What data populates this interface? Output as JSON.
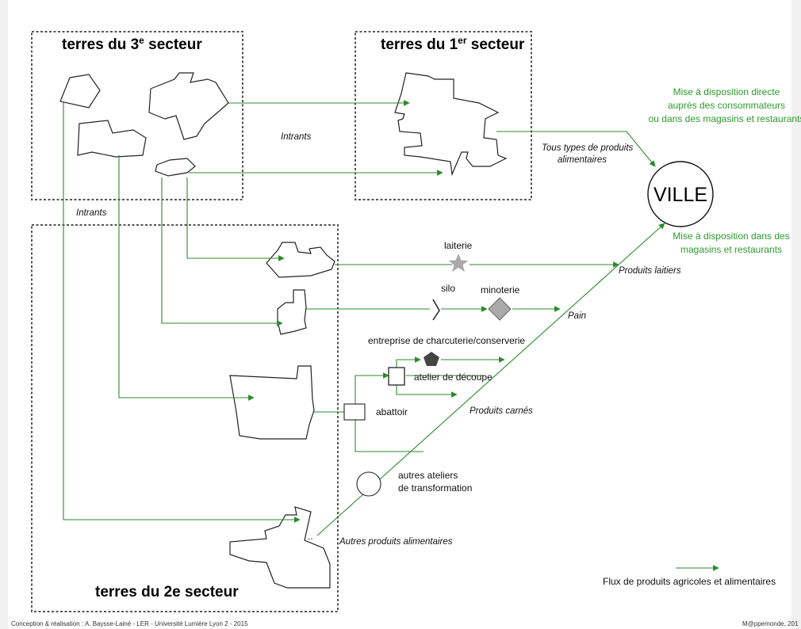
{
  "titles": {
    "tertiary_prefix": "terres du 3",
    "tertiary_sup": "e",
    "tertiary_suffix": " secteur",
    "primary_prefix": "terres du 1",
    "primary_sup": "er",
    "primary_suffix": " secteur",
    "secondary": "terres du 2e secteur"
  },
  "flows": {
    "intrants_top": "Intrants",
    "intrants_left": "Intrants",
    "tous_types_1": "Tous types de produits",
    "tous_types_2": "alimentaires",
    "produits_laitiers": "Produits laitiers",
    "pain": "Pain",
    "produits_carnes": "Produits carnés",
    "autres_produits": "Autres produits alimentaires"
  },
  "facilities": {
    "laiterie": "laiterie",
    "silo": "silo",
    "minoterie": "minoterie",
    "charcuterie": "entreprise de charcuterie/conserverie",
    "atelier_decoupe": "atelier de découpe",
    "abattoir": "abattoir",
    "autres_1": "autres ateliers",
    "autres_2": "de transformation"
  },
  "city": {
    "label": "VILLE",
    "direct_1": "Mise à disposition directe",
    "direct_2": "auprès des consommateurs",
    "direct_3": "ou dans des magasins et restaurants",
    "indirect_1": "Mise à disposition dans des",
    "indirect_2": "magasins et restaurants"
  },
  "legend": {
    "label": "Flux de produits agricoles et alimentaires"
  },
  "footer": {
    "credit": "Conception & réalisation : A. Baysse-Lainé - LER - Université Lumière Lyon 2 - 2015",
    "source": "M@ppemonde, 201"
  },
  "colors": {
    "flow": "#2d8a2d",
    "green_text": "#2d9a2d",
    "facility_gray": "#aaaaaa",
    "pentagon": "#444444"
  }
}
